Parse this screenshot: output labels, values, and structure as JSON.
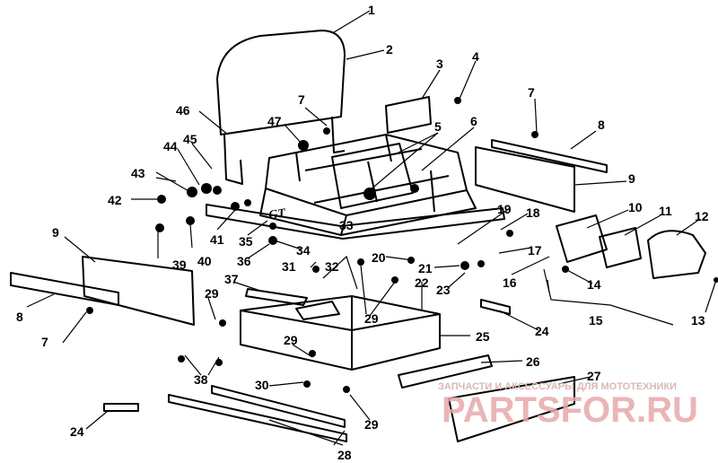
{
  "diagram": {
    "callouts": [
      "1",
      "2",
      "3",
      "4",
      "5",
      "6",
      "7",
      "7",
      "7",
      "8",
      "8",
      "9",
      "9",
      "10",
      "11",
      "12",
      "13",
      "14",
      "15",
      "16",
      "17",
      "18",
      "19",
      "20",
      "21",
      "22",
      "23",
      "24",
      "24",
      "25",
      "26",
      "27",
      "28",
      "29",
      "29",
      "29",
      "29",
      "30",
      "31",
      "32",
      "33",
      "34",
      "35",
      "36",
      "37",
      "38",
      "39",
      "40",
      "41",
      "42",
      "43",
      "44",
      "45",
      "46",
      "47"
    ],
    "part_text": "GT"
  },
  "watermark": {
    "caption": "ЗАПЧАСТИ И АКСЕССУАРЫ ДЛЯ МОТОТЕХНИКИ",
    "brand": "PARTSFOR.RU",
    "color": "#e8a8a8"
  }
}
